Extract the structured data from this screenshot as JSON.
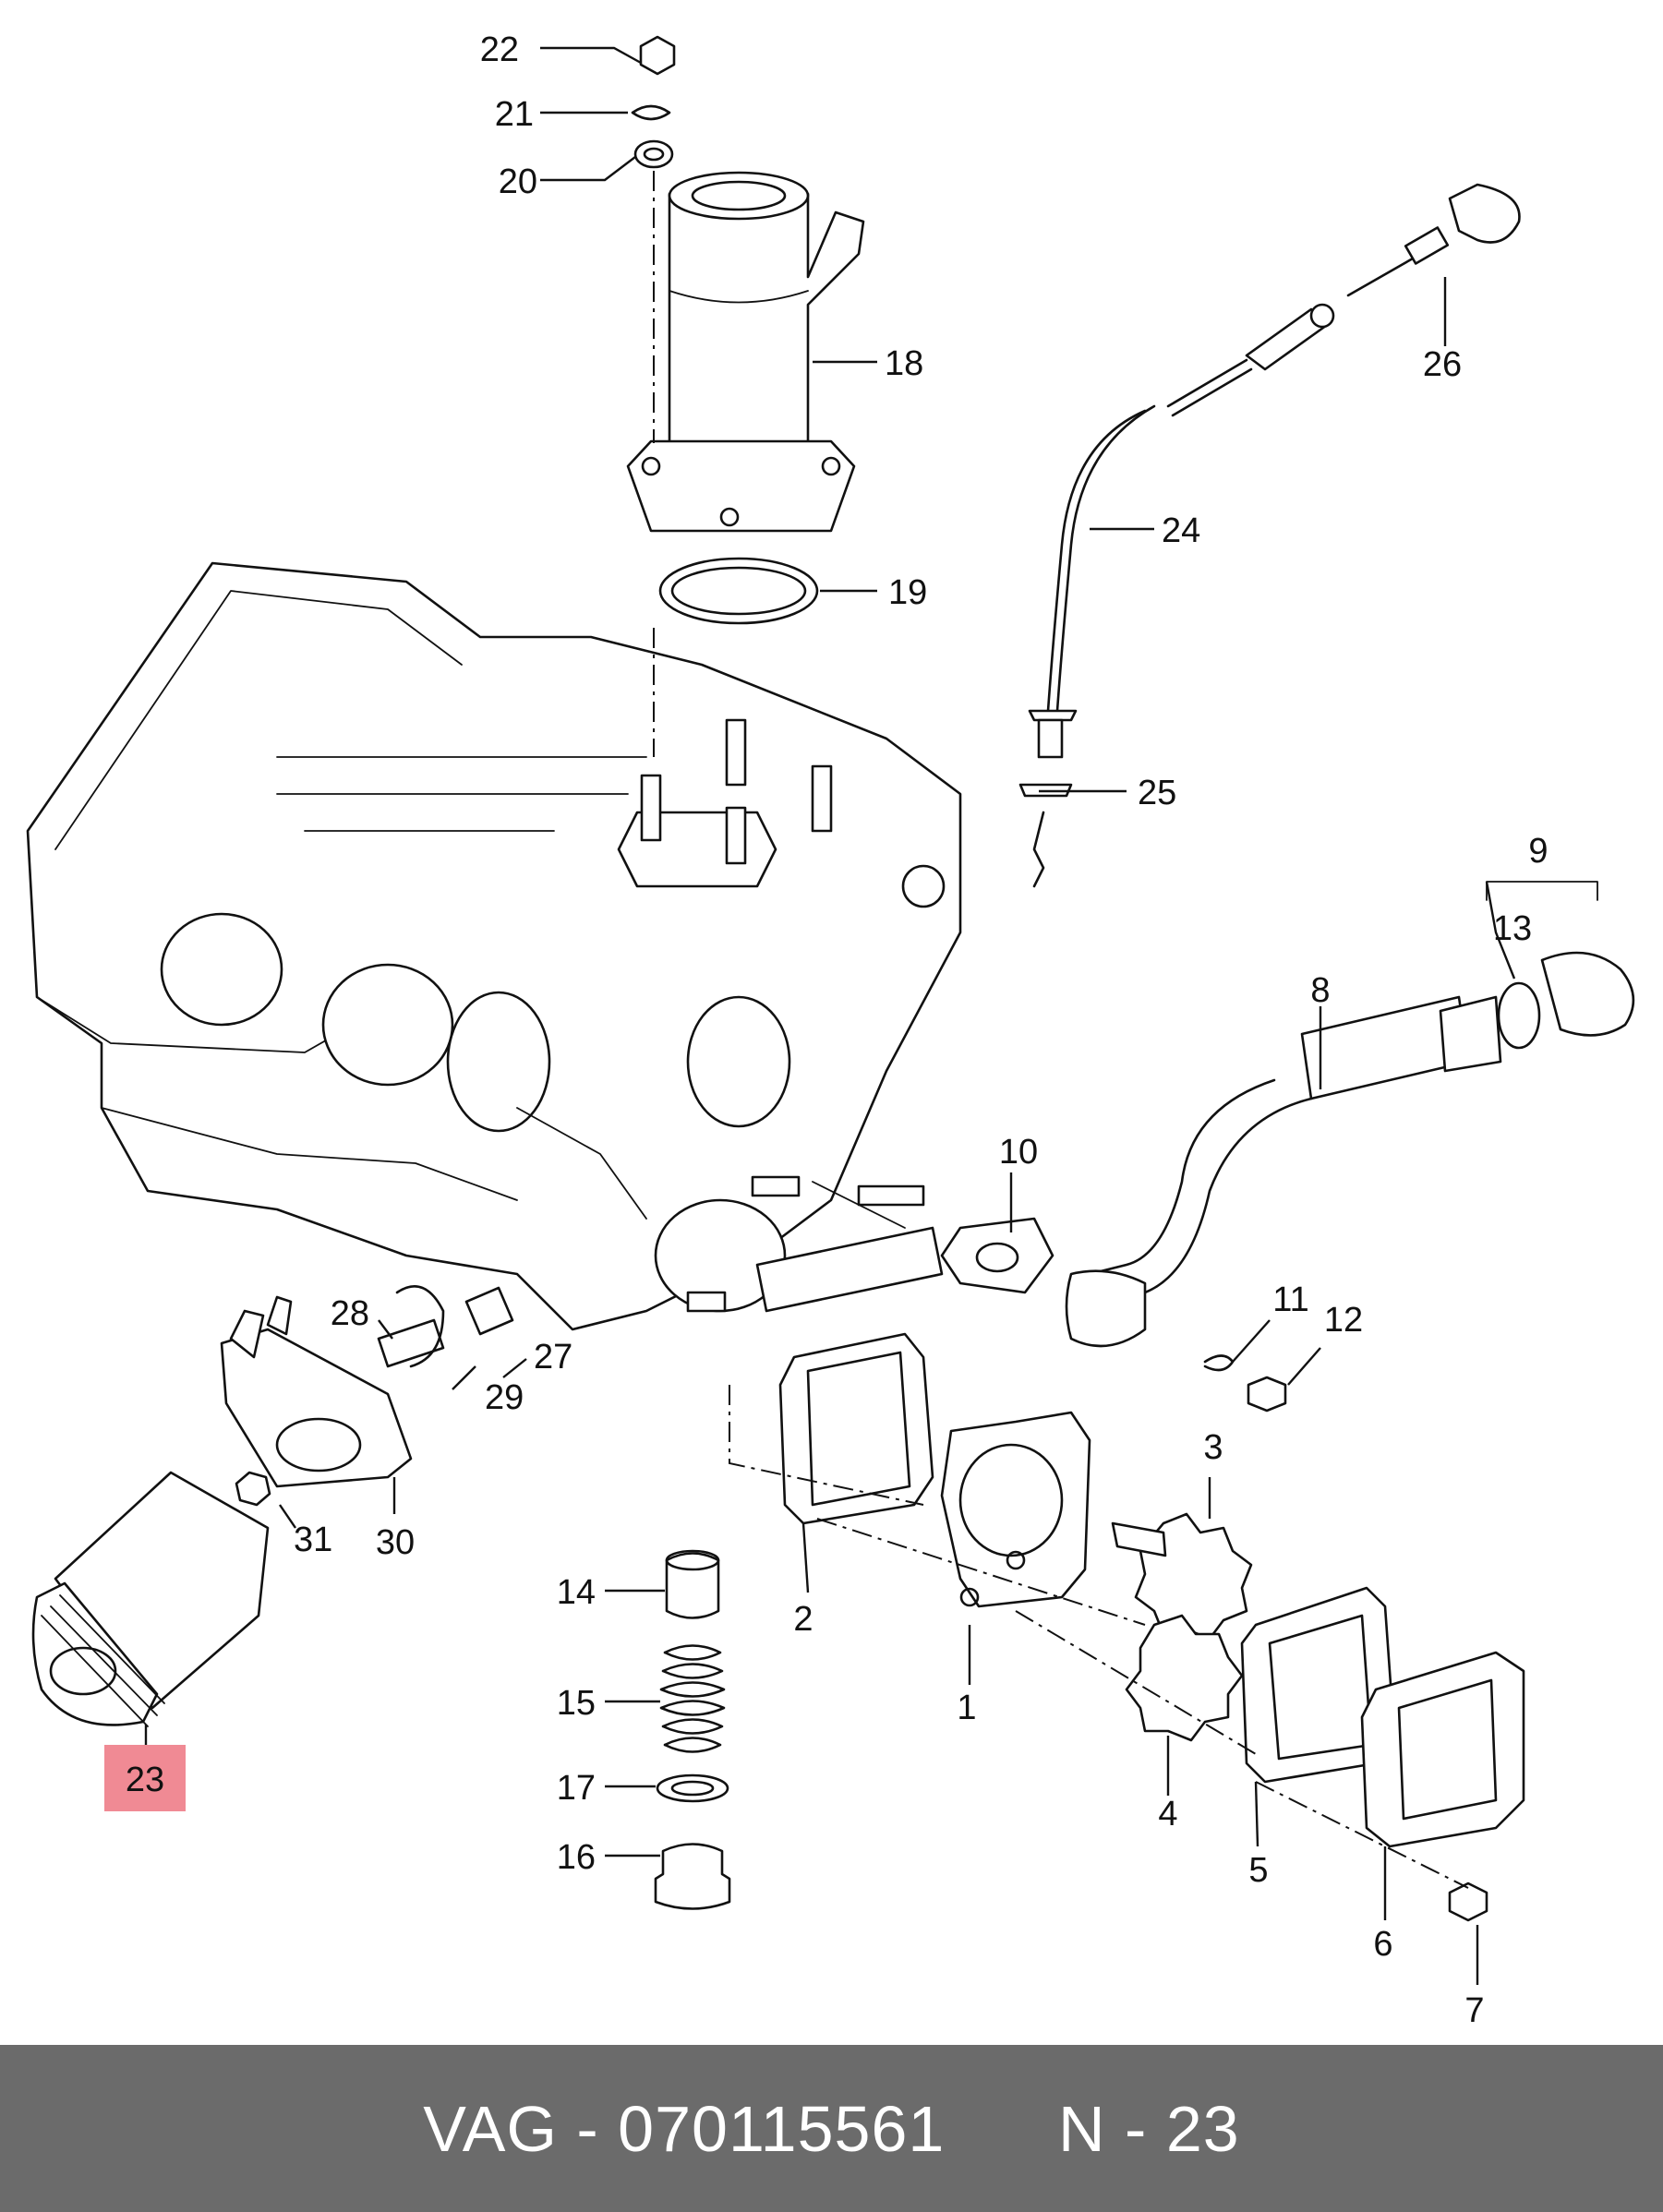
{
  "diagram": {
    "highlight_color": "#f08a94",
    "line_color": "#111111",
    "parts": [
      {
        "id": "p1",
        "label": "1"
      },
      {
        "id": "p2",
        "label": "2"
      },
      {
        "id": "p3",
        "label": "3"
      },
      {
        "id": "p4",
        "label": "4"
      },
      {
        "id": "p5",
        "label": "5"
      },
      {
        "id": "p6",
        "label": "6"
      },
      {
        "id": "p7",
        "label": "7"
      },
      {
        "id": "p8",
        "label": "8"
      },
      {
        "id": "p9",
        "label": "9"
      },
      {
        "id": "p10",
        "label": "10"
      },
      {
        "id": "p11",
        "label": "11"
      },
      {
        "id": "p12",
        "label": "12"
      },
      {
        "id": "p13",
        "label": "13"
      },
      {
        "id": "p14",
        "label": "14"
      },
      {
        "id": "p15",
        "label": "15"
      },
      {
        "id": "p16",
        "label": "16"
      },
      {
        "id": "p17",
        "label": "17"
      },
      {
        "id": "p18",
        "label": "18"
      },
      {
        "id": "p19",
        "label": "19"
      },
      {
        "id": "p20",
        "label": "20"
      },
      {
        "id": "p21",
        "label": "21"
      },
      {
        "id": "p22",
        "label": "22"
      },
      {
        "id": "p23",
        "label": "23",
        "highlighted": true
      },
      {
        "id": "p24",
        "label": "24"
      },
      {
        "id": "p25",
        "label": "25"
      },
      {
        "id": "p26",
        "label": "26"
      },
      {
        "id": "p27",
        "label": "27"
      },
      {
        "id": "p28",
        "label": "28"
      },
      {
        "id": "p29",
        "label": "29"
      },
      {
        "id": "p30",
        "label": "30"
      },
      {
        "id": "p31",
        "label": "31"
      }
    ]
  },
  "footer": {
    "brand": "VAG",
    "separator": " - ",
    "part_number": "070115561",
    "position_prefix": "N - ",
    "position_number": "23",
    "background": "#6b6b6b",
    "text_color": "#ffffff"
  }
}
